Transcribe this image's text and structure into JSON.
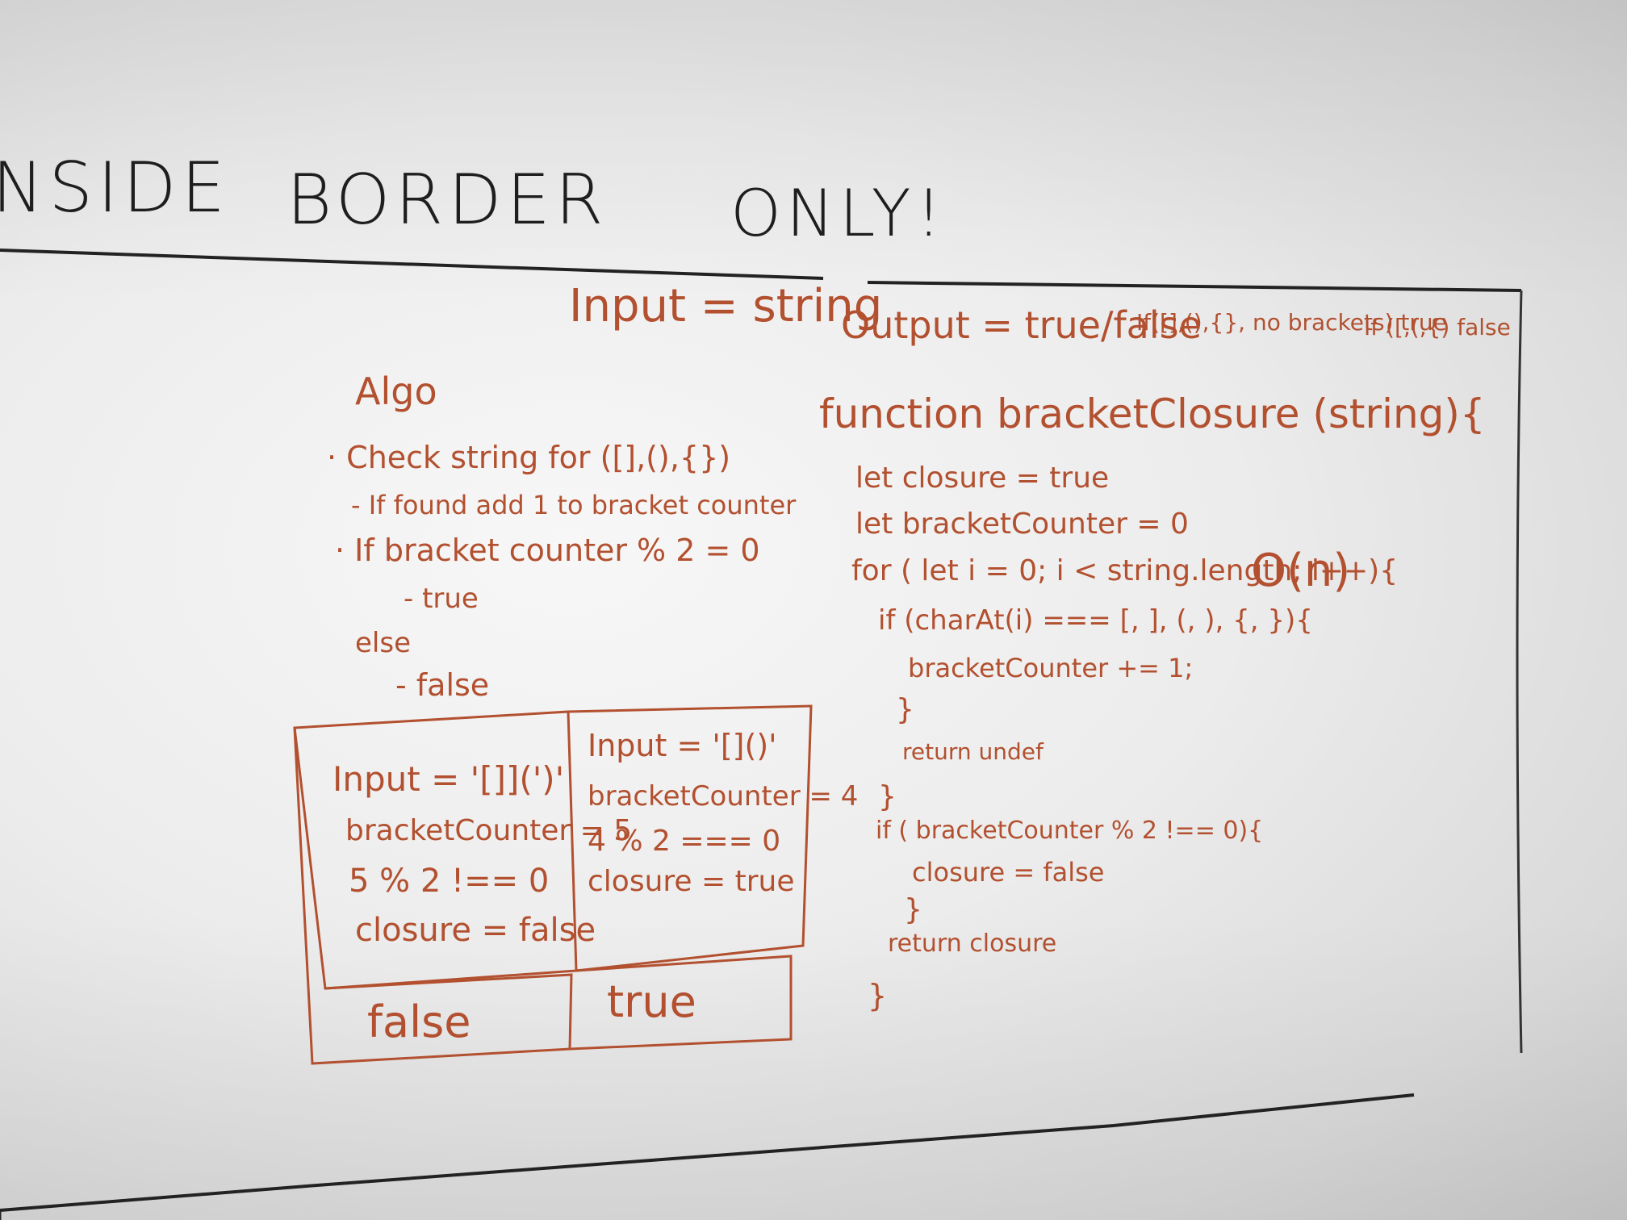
{
  "header": {
    "word1": "NSIDE",
    "word2": "BORDER",
    "word3": "ONLY!"
  },
  "io": {
    "input": "Input = string",
    "output": "Output = true/false",
    "rule_true": "If([],(),{}, no brackets) true",
    "rule_false": "If ([,(,{) false"
  },
  "algo": {
    "title": "Algo",
    "lines": [
      "· Check string for ([],(),{})",
      "- If found add 1 to bracket counter",
      "· If bracket counter % 2 = 0",
      "- true",
      "else",
      "- false"
    ]
  },
  "example_false": {
    "lines": [
      "Input = '[]](')'",
      "bracketCounter = 5",
      "5 % 2 !== 0",
      "closure = false"
    ],
    "result": "false"
  },
  "example_true": {
    "lines": [
      "Input = '[]()'",
      "bracketCounter = 4",
      "4 % 2 === 0",
      "closure = true"
    ],
    "result": "true"
  },
  "code": {
    "signature": "function bracketClosure (string){",
    "lines": [
      "let closure = true",
      "let bracketCounter = 0",
      "for ( let i = 0; i < string.length; i++){",
      "if (charAt(i) === [, ], (, ), {, }){",
      "bracketCounter += 1;",
      "}",
      "return undef",
      "}",
      "if ( bracketCounter % 2 !== 0){",
      "closure = false",
      "}",
      "return closure",
      "}"
    ],
    "complexity": "O(n)"
  },
  "colors": {
    "marker_black": "#1c1c1c",
    "marker_red": "#b2502f",
    "board": "#ececec"
  }
}
